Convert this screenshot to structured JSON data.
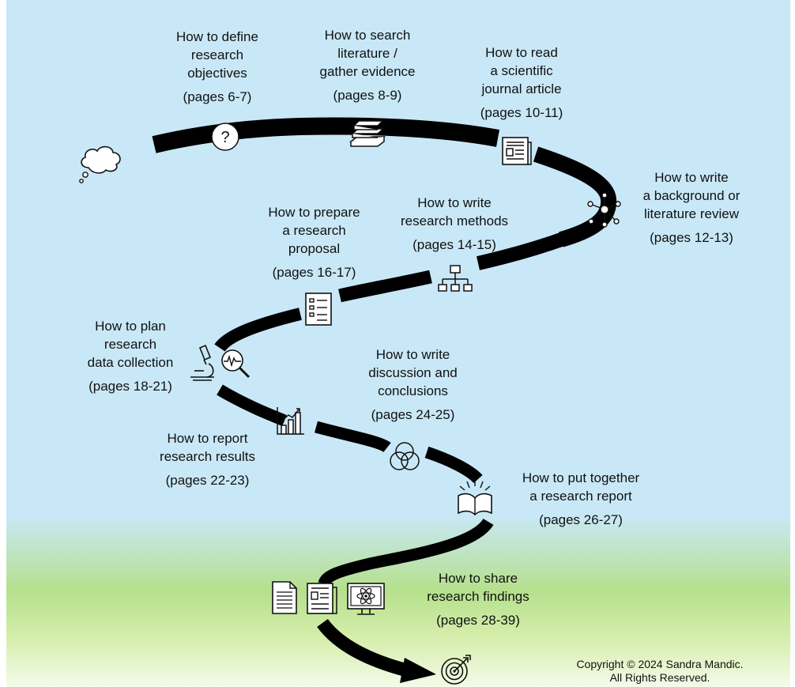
{
  "steps": [
    {
      "lines": [
        "How to define",
        "research",
        "objectives"
      ],
      "pages": "(pages 6-7)",
      "icon": "question-icon"
    },
    {
      "lines": [
        "How to search",
        "literature /",
        "gather evidence"
      ],
      "pages": "(pages 8-9)",
      "icon": "books-icon"
    },
    {
      "lines": [
        "How to read",
        "a scientific",
        "journal article"
      ],
      "pages": "(pages 10-11)",
      "icon": "newspaper-icon"
    },
    {
      "lines": [
        "How to write",
        "a background or",
        "literature review"
      ],
      "pages": "(pages 12-13)",
      "icon": "network-icon"
    },
    {
      "lines": [
        "How to write",
        "research methods"
      ],
      "pages": "(pages 14-15)",
      "icon": "hierarchy-icon"
    },
    {
      "lines": [
        "How to prepare",
        "a research",
        "proposal"
      ],
      "pages": "(pages 16-17)",
      "icon": "checklist-icon"
    },
    {
      "lines": [
        "How to plan",
        "research",
        "data collection"
      ],
      "pages": "(pages 18-21)",
      "icon": "microscope-icon"
    },
    {
      "lines": [
        "How to report",
        "research results"
      ],
      "pages": "(pages 22-23)",
      "icon": "bar-chart-icon"
    },
    {
      "lines": [
        "How to write",
        "discussion and",
        "conclusions"
      ],
      "pages": "(pages 24-25)",
      "icon": "venn-icon"
    },
    {
      "lines": [
        "How to put together",
        "a research report"
      ],
      "pages": "(pages 26-27)",
      "icon": "open-book-icon"
    },
    {
      "lines": [
        "How to share",
        "research findings"
      ],
      "pages": "(pages 28-39)",
      "icon": "document-icon"
    }
  ],
  "start_icon": "thought-cloud-icon",
  "end_icon": "target-icon",
  "colors": {
    "sky": "#c9e8f7",
    "grass": "#a8d66a",
    "road": "#000000"
  },
  "copyright": {
    "line1": "Copyright © 2024 Sandra Mandic.",
    "line2": "All Rights Reserved."
  }
}
